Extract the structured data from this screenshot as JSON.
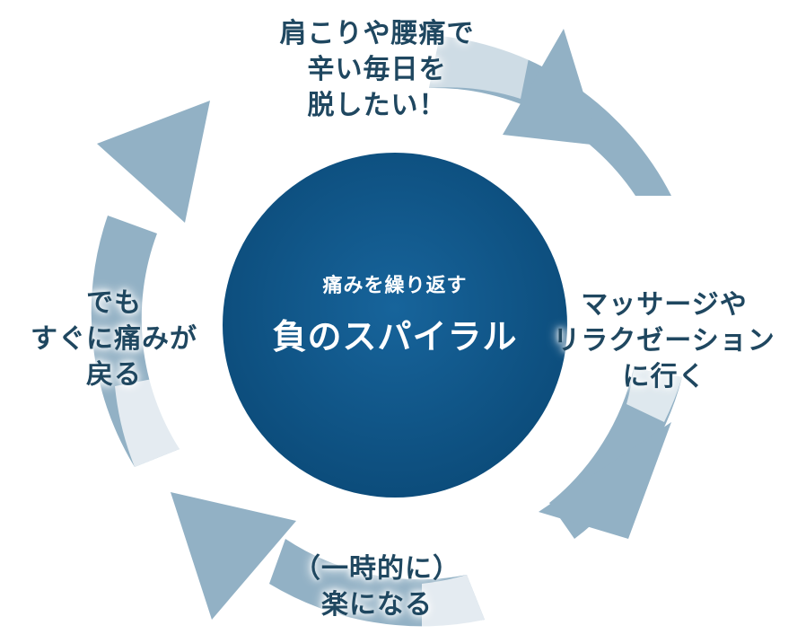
{
  "colors": {
    "circle": "#0f5689",
    "circle_edge": "#0a4470",
    "arrow": "#92b1c5",
    "text": "#1f4760",
    "center_text": "#ffffff"
  },
  "center": {
    "subtitle": "痛みを繰り返す",
    "title": "負のスパイラル"
  },
  "cycle": {
    "top": [
      "肩こりや腰痛で",
      "辛い毎日を",
      "脱したい！"
    ],
    "right": [
      "マッサージや",
      "リラクゼーション",
      "に行く"
    ],
    "bottom": [
      "（一時的に）",
      "楽になる"
    ],
    "left": [
      "でも",
      "すぐに痛みが",
      "戻る"
    ]
  }
}
